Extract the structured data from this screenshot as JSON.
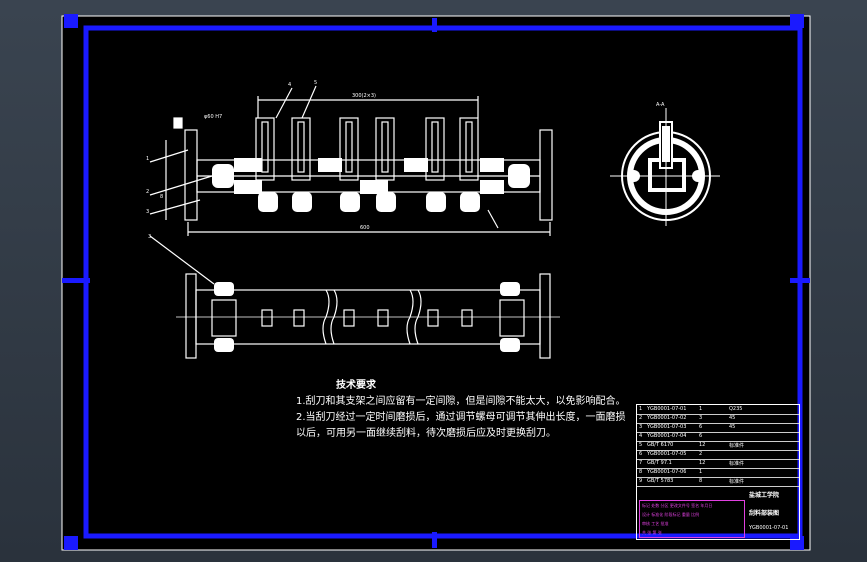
{
  "drawing": {
    "section_label": "A-A",
    "dim_top": "300(2×3)",
    "dim_bottom": "600",
    "dim_left": "8",
    "callouts": [
      "1",
      "2",
      "3",
      "4",
      "5"
    ],
    "tolerance": "φ60 H7"
  },
  "notes": {
    "title": "技术要求",
    "line1": "1.刮刀和其支架之间应留有一定间隙，但是间隙不能太大，以免影响配合。",
    "line2": "2.当刮刀经过一定时间磨损后，通过调节螺母可调节其伸出长度，一面磨损",
    "line3": "以后，可用另一面继续刮料，待次磨损后应及时更换刮刀。"
  },
  "title_block": {
    "school": "盐城工学院",
    "drawing_name": "刮料部装图",
    "drawing_code": "YGB0001-07-01",
    "rows": [
      [
        "1",
        "YGB0001-07-01",
        "1",
        "Q235"
      ],
      [
        "2",
        "YGB0001-07-02",
        "3",
        "45"
      ],
      [
        "3",
        "YGB0001-07-03",
        "6",
        "45"
      ],
      [
        "4",
        "YGB0001-07-04",
        "6",
        ""
      ],
      [
        "5",
        "GB/T 6170",
        "12",
        "标准件"
      ],
      [
        "6",
        "YGB0001-07-05",
        "2",
        ""
      ],
      [
        "7",
        "GB/T 97.1",
        "12",
        "标准件"
      ],
      [
        "8",
        "YGB0001-07-06",
        "1",
        ""
      ],
      [
        "9",
        "GB/T 5783",
        "8",
        "标准件"
      ]
    ],
    "pink_rows": [
      "标记 处数 分区 更改文件号 签名 年月日",
      "设计 标准化 阶段标记 重量 比例",
      "审核 工艺 批准",
      "共 张 第 张"
    ]
  }
}
